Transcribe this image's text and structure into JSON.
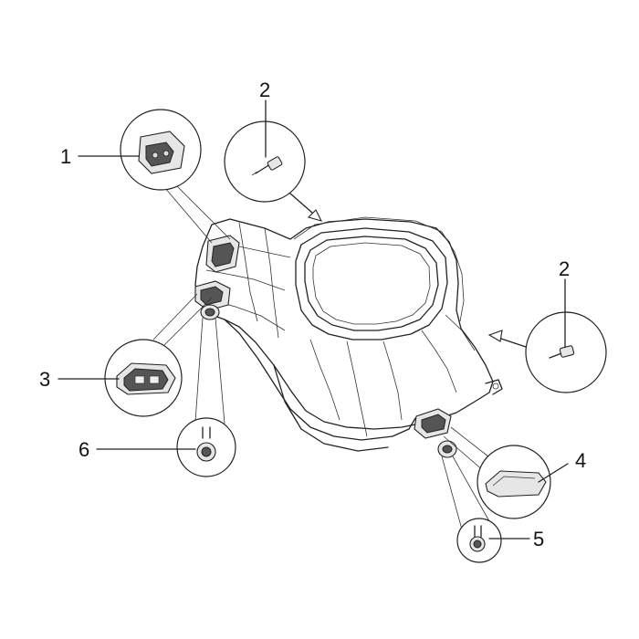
{
  "callouts": [
    {
      "id": "c1",
      "label": "1"
    },
    {
      "id": "c2a",
      "label": "2"
    },
    {
      "id": "c2b",
      "label": "2"
    },
    {
      "id": "c3",
      "label": "3"
    },
    {
      "id": "c4",
      "label": "4"
    },
    {
      "id": "c5",
      "label": "5"
    },
    {
      "id": "c6",
      "label": "6"
    }
  ],
  "colors": {
    "line": "#222222",
    "background": "#ffffff",
    "part_fill": "#e6e6e6"
  }
}
